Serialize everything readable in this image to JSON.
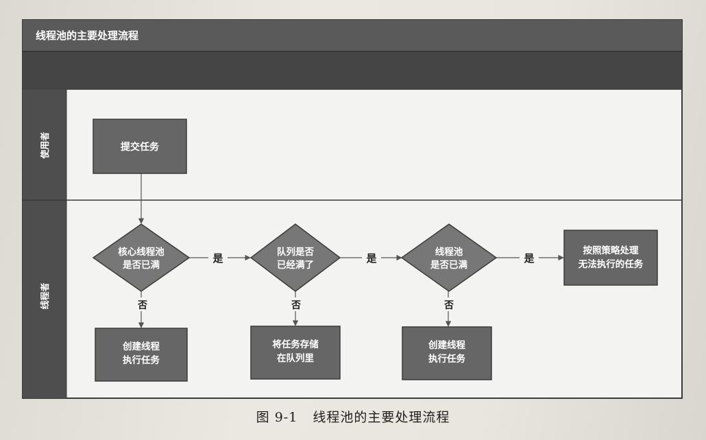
{
  "diagram": {
    "title": "线程池的主要处理流程",
    "lanes": {
      "user": "使用者",
      "pool": "线程者"
    },
    "nodes": {
      "submit": [
        "提交任务"
      ],
      "core_check": [
        "核心线程池",
        "是否已满"
      ],
      "queue_check": [
        "队列是否",
        "已经满了"
      ],
      "pool_check": [
        "线程池",
        "是否已满"
      ],
      "reject": [
        "按照策略处理",
        "无法执行的任务"
      ],
      "create_core": [
        "创建线程",
        "执行任务"
      ],
      "enqueue": [
        "将任务存储",
        "在队列里"
      ],
      "create_pool": [
        "创建线程",
        "执行任务"
      ]
    },
    "edge_labels": {
      "yes": "是",
      "no": "否"
    }
  },
  "caption": {
    "number": "图 9-1",
    "text": "线程池的主要处理流程"
  },
  "colors": {
    "band": "#4a4a4a",
    "band_top": "#5a5a5a",
    "process_box": "#666666",
    "decision": "#777777",
    "lane_bg": "#f3f3f1",
    "node_text": "#ffffff",
    "line": "#555555"
  }
}
